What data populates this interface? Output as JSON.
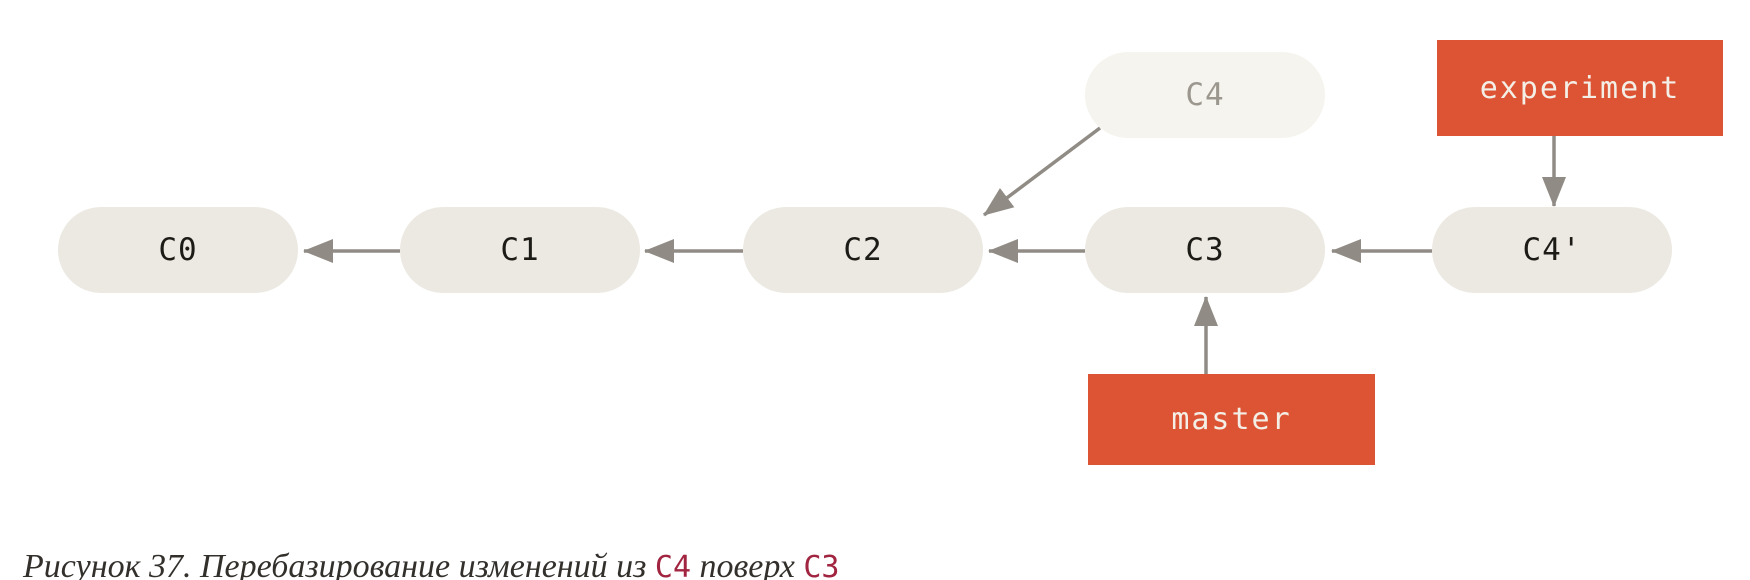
{
  "diagram": {
    "commits": [
      {
        "id": "C0",
        "label": "C0"
      },
      {
        "id": "C1",
        "label": "C1"
      },
      {
        "id": "C2",
        "label": "C2"
      },
      {
        "id": "C3",
        "label": "C3"
      },
      {
        "id": "C4-prime",
        "label": "C4'"
      }
    ],
    "ghost_commit": {
      "id": "C4",
      "label": "C4"
    },
    "branches": [
      {
        "id": "experiment",
        "label": "experiment",
        "points_to": "C4'"
      },
      {
        "id": "master",
        "label": "master",
        "points_to": "C3"
      }
    ],
    "edges": [
      "C1->C0",
      "C2->C1",
      "C3->C2",
      "C4'->C3",
      "C4->C2",
      "experiment->C4'",
      "master->C3"
    ],
    "colors": {
      "commit_fill": "#ece9e2",
      "commit_text": "#1d1b16",
      "ghost_fill": "#f5f4ee",
      "ghost_text": "#9b978f",
      "branch_fill": "#dd5434",
      "branch_text": "#f3efe7",
      "arrow": "#908c85",
      "caption_text": "#33302c",
      "caption_code": "#a12440"
    }
  },
  "caption": {
    "prefix": "Рисунок 37. Перебазирование изменений из ",
    "code1": "C4",
    "middle": " поверх ",
    "code2": "C3"
  }
}
